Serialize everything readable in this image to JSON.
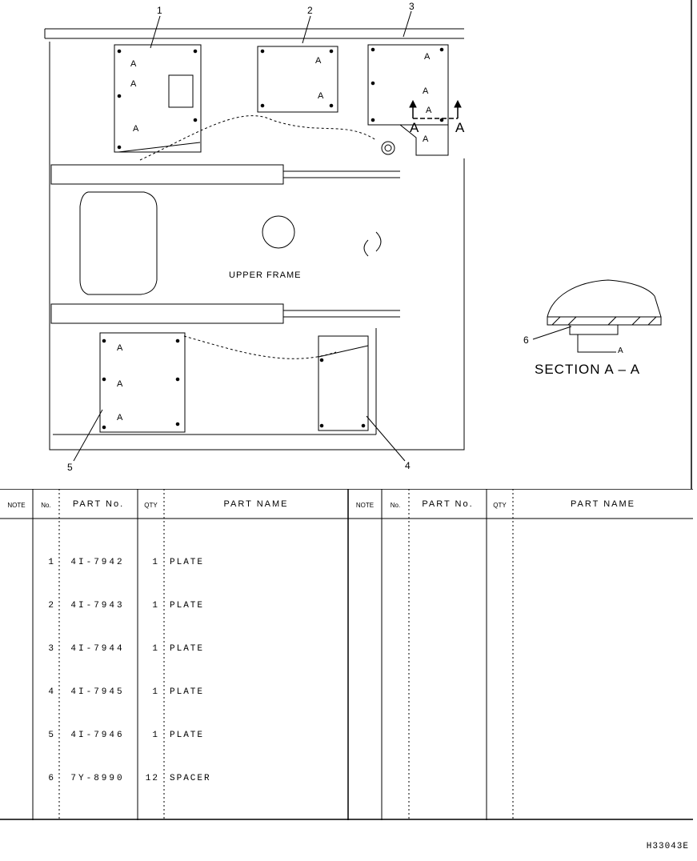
{
  "drawing": {
    "frame_label": "UPPER FRAME",
    "section_label": "SECTION A – A",
    "detail_marker": "A",
    "callouts": [
      "1",
      "2",
      "3",
      "4",
      "5",
      "6"
    ]
  },
  "table": {
    "headers": {
      "note": "NOTE",
      "no": "No.",
      "part_no": "PART  No.",
      "qty": "QTY",
      "part_name": "PART  NAME"
    },
    "rows": [
      {
        "no": "1",
        "part_no": "4I-7942",
        "qty": "1",
        "part_name": "PLATE"
      },
      {
        "no": "2",
        "part_no": "4I-7943",
        "qty": "1",
        "part_name": "PLATE"
      },
      {
        "no": "3",
        "part_no": "4I-7944",
        "qty": "1",
        "part_name": "PLATE"
      },
      {
        "no": "4",
        "part_no": "4I-7945",
        "qty": "1",
        "part_name": "PLATE"
      },
      {
        "no": "5",
        "part_no": "4I-7946",
        "qty": "1",
        "part_name": "PLATE"
      },
      {
        "no": "6",
        "part_no": "7Y-8990",
        "qty": "12",
        "part_name": "SPACER"
      }
    ]
  },
  "doc_code": "H33043E"
}
